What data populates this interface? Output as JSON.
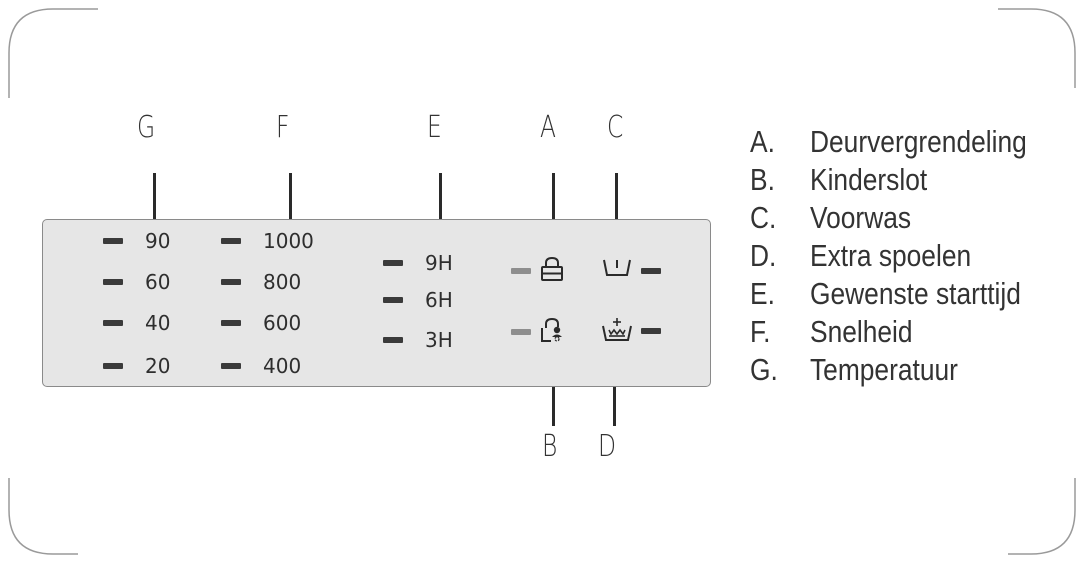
{
  "callouts": {
    "g": "G",
    "f": "F",
    "e": "E",
    "a": "A",
    "c": "C",
    "b": "B",
    "d": "D"
  },
  "temperature": [
    "90",
    "60",
    "40",
    "20"
  ],
  "speed": [
    "1000",
    "800",
    "600",
    "400"
  ],
  "delay": [
    "9H",
    "6H",
    "3H"
  ],
  "icons": {
    "door_lock": "padlock-icon",
    "child_lock": "child-lock-icon",
    "prewash": "prewash-tub-icon",
    "extra_rinse": "extra-rinse-crown-icon"
  },
  "legend": [
    {
      "letter": "A.",
      "text": "Deurvergrendeling"
    },
    {
      "letter": "B.",
      "text": "Kinderslot"
    },
    {
      "letter": "C.",
      "text": "Voorwas"
    },
    {
      "letter": "D.",
      "text": "Extra spoelen"
    },
    {
      "letter": "E.",
      "text": "Gewenste starttijd"
    },
    {
      "letter": "F.",
      "text": "Snelheid"
    },
    {
      "letter": "G.",
      "text": "Temperatuur"
    }
  ],
  "colors": {
    "led_on": "#3a3a3a",
    "led_dim": "#8e8e8e",
    "panel": "#e6e6e6"
  }
}
